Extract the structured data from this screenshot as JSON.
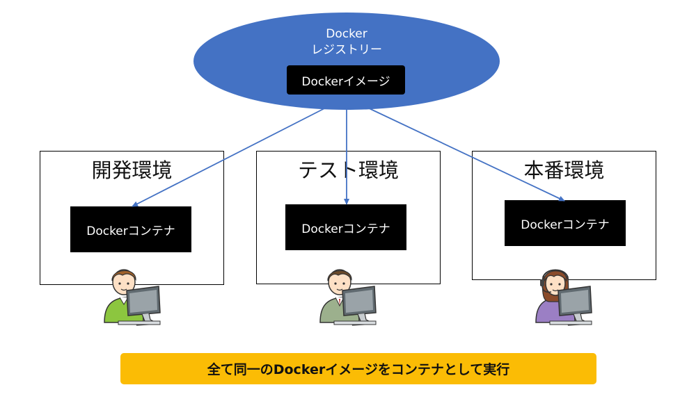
{
  "registry": {
    "line1": "Docker",
    "line2": "レジストリー",
    "image_label": "Dockerイメージ"
  },
  "environments": [
    {
      "title": "開発環境",
      "container_label": "Dockerコンテナ",
      "person": "developer"
    },
    {
      "title": "テスト環境",
      "container_label": "Dockerコンテナ",
      "person": "tester"
    },
    {
      "title": "本番環境",
      "container_label": "Dockerコンテナ",
      "person": "operator-with-headset"
    }
  ],
  "banner": "全て同一のDockerイメージをコンテナとして実行",
  "colors": {
    "registry": "#4472c4",
    "arrow": "#4472c4",
    "banner": "#fbbc05",
    "box": "#000000"
  }
}
